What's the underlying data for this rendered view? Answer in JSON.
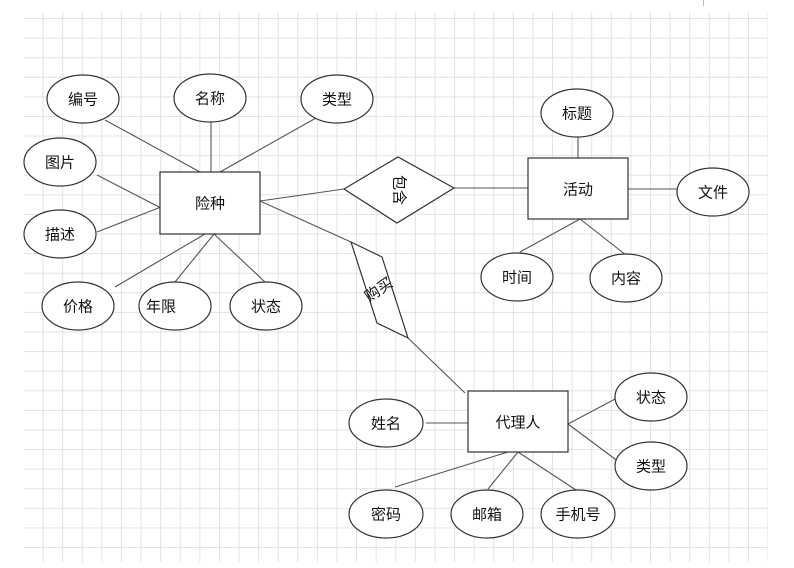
{
  "entities": {
    "insurance": "险种",
    "activity": "活动",
    "agent": "代理人"
  },
  "relationships": {
    "contains": "包含",
    "purchase": "购买"
  },
  "insurance_attributes": {
    "id": "编号",
    "name": "名称",
    "type": "类型",
    "image": "图片",
    "description": "描述",
    "price": "价格",
    "term": "年限",
    "status": "状态"
  },
  "activity_attributes": {
    "title": "标题",
    "file": "文件",
    "time": "时间",
    "content": "内容"
  },
  "agent_attributes": {
    "name": "姓名",
    "status": "状态",
    "type": "类型",
    "password": "密码",
    "email": "邮箱",
    "phone": "手机号"
  }
}
